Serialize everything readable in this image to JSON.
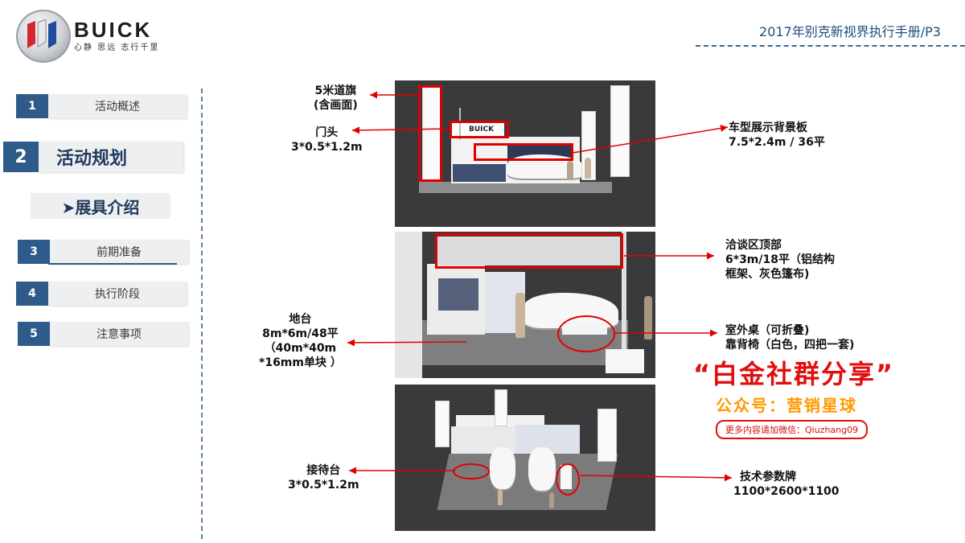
{
  "header": {
    "brand_name": "BUICK",
    "brand_tagline": "心静 思远 志行千里",
    "page_title": "2017年别克新视界执行手册/P3"
  },
  "sidebar": {
    "items": [
      {
        "num": "1",
        "label": "活动概述"
      },
      {
        "num": "2",
        "label": "活动规划"
      },
      {
        "num": "3",
        "label": "前期准备"
      },
      {
        "num": "4",
        "label": "执行阶段"
      },
      {
        "num": "5",
        "label": "注意事项"
      }
    ],
    "sub_item": "➤展具介绍"
  },
  "panels": {
    "top_sign": "BUICK"
  },
  "annotations": {
    "flag": [
      "5米道旗",
      "(含画面)"
    ],
    "door": [
      "门头",
      "3*0.5*1.2m"
    ],
    "backdrop": [
      "车型展示背景板",
      "7.5*2.4m /  36平"
    ],
    "canopy": [
      "洽谈区顶部",
      "6*3m/18平（铝结构",
      "框架、灰色篷布)"
    ],
    "floor": [
      "地台",
      "8m*6m/48平",
      "（40m*40m",
      "*16mm单块 ）"
    ],
    "table": [
      "室外桌（可折叠)",
      "靠背椅（白色，四把一套)"
    ],
    "reception": [
      "接待台",
      "3*0.5*1.2m"
    ],
    "spec_board": [
      "技术参数牌",
      "1100*2600*1100"
    ]
  },
  "watermark": {
    "title": "“白金社群分享”",
    "subtitle": "公众号：营销星球",
    "contact": "更多内容请加微信：Qiuzhang09"
  },
  "colors": {
    "accent_blue": "#2e5b8a",
    "annotation_red": "#e10000",
    "panel_dark": "#3a3a3c",
    "watermark_orange": "#ff9900"
  }
}
